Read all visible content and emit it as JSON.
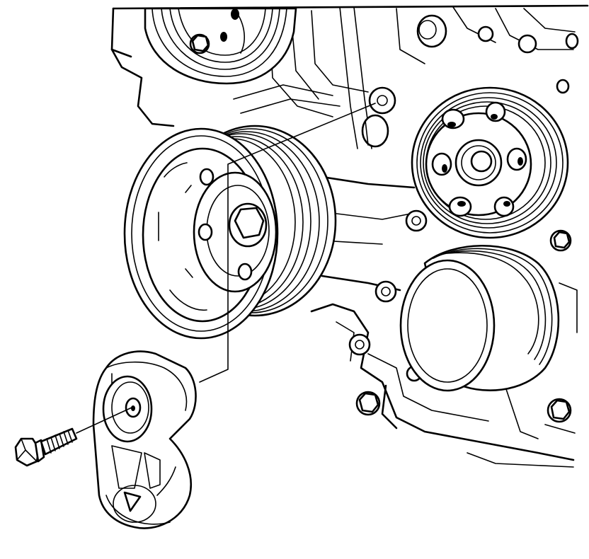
{
  "diagram": {
    "kind": "line-art service illustration",
    "line_color": "#000000",
    "background_color": "#ffffff",
    "parts": [
      {
        "name": "upper-left-pulley",
        "visible": true
      },
      {
        "name": "crankshaft-balancer-pulley",
        "visible": true
      },
      {
        "name": "water-pump-pulley",
        "visible": true
      },
      {
        "name": "lower-right-idler-pulley",
        "visible": true
      },
      {
        "name": "drive-belt-tensioner",
        "visible": true
      },
      {
        "name": "tensioner-bolt",
        "visible": true
      },
      {
        "name": "engine-front-cover",
        "visible": true
      }
    ],
    "text_labels": []
  }
}
